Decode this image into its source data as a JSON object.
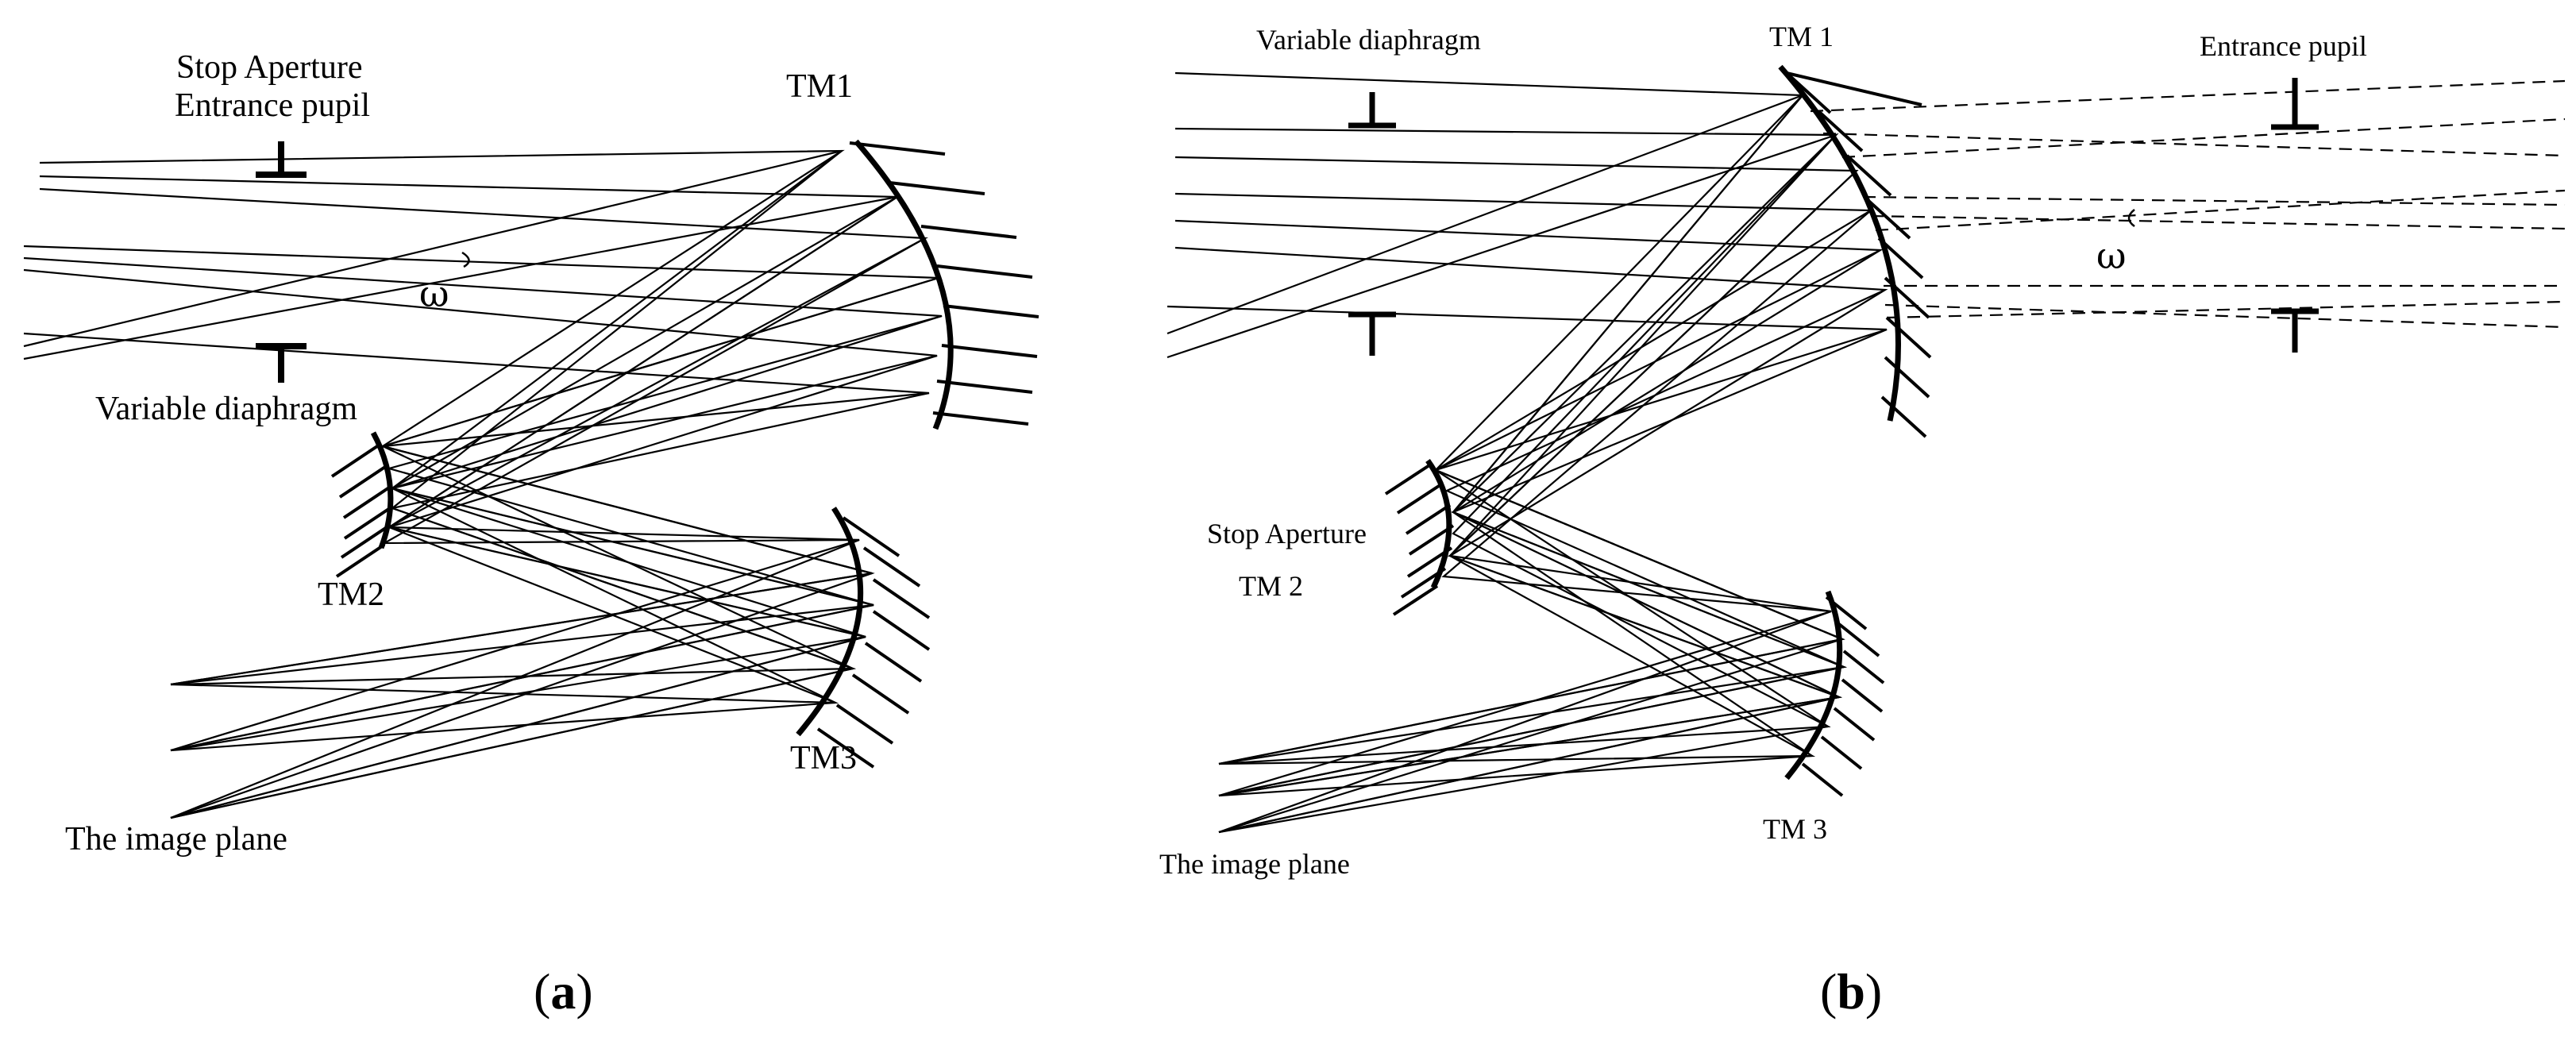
{
  "panels": {
    "a": {
      "caption_letter": "a",
      "labels": {
        "stop_aperture": "Stop Aperture",
        "entrance_pupil": "Entrance pupil",
        "omega": "ω",
        "variable_diaphragm": "Variable diaphragm",
        "tm1": "TM1",
        "tm2": "TM2",
        "tm3": "TM3",
        "image_plane": "The image plane"
      }
    },
    "b": {
      "caption_letter": "b",
      "labels": {
        "variable_diaphragm": "Variable diaphragm",
        "tm1": "TM 1",
        "entrance_pupil": "Entrance pupil",
        "omega": "ω",
        "stop_aperture": "Stop Aperture",
        "tm2": "TM 2",
        "tm3": "TM 3",
        "image_plane": "The image plane"
      }
    }
  }
}
